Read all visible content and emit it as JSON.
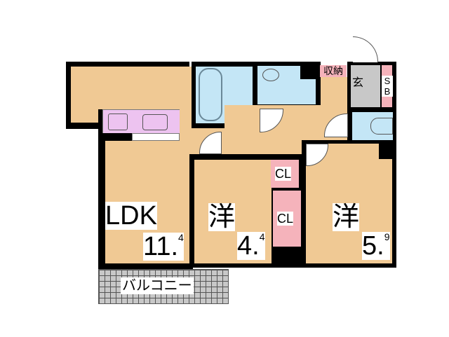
{
  "floorplan": {
    "rooms": {
      "ldk": {
        "name": "LDK",
        "size_main": "11.",
        "size_decimal": "4"
      },
      "western1": {
        "name": "洋",
        "size_main": "4.",
        "size_decimal": "4"
      },
      "western2": {
        "name": "洋",
        "size_main": "5.",
        "size_decimal": "9"
      },
      "balcony": {
        "name": "バルコニー"
      },
      "closet1": {
        "name": "CL"
      },
      "closet2": {
        "name": "CL"
      },
      "storage": {
        "name": "収納"
      },
      "entrance": {
        "name": "玄"
      },
      "shoe_box": {
        "name": "SB"
      }
    },
    "colors": {
      "floor": "#f0c994",
      "wet_area": "#c4e6f6",
      "closet": "#f5b3bb",
      "kitchen": "#edc3f0",
      "entrance": "#c8c8c8",
      "wall": "#000000",
      "balcony": "#c8c8c8"
    }
  }
}
